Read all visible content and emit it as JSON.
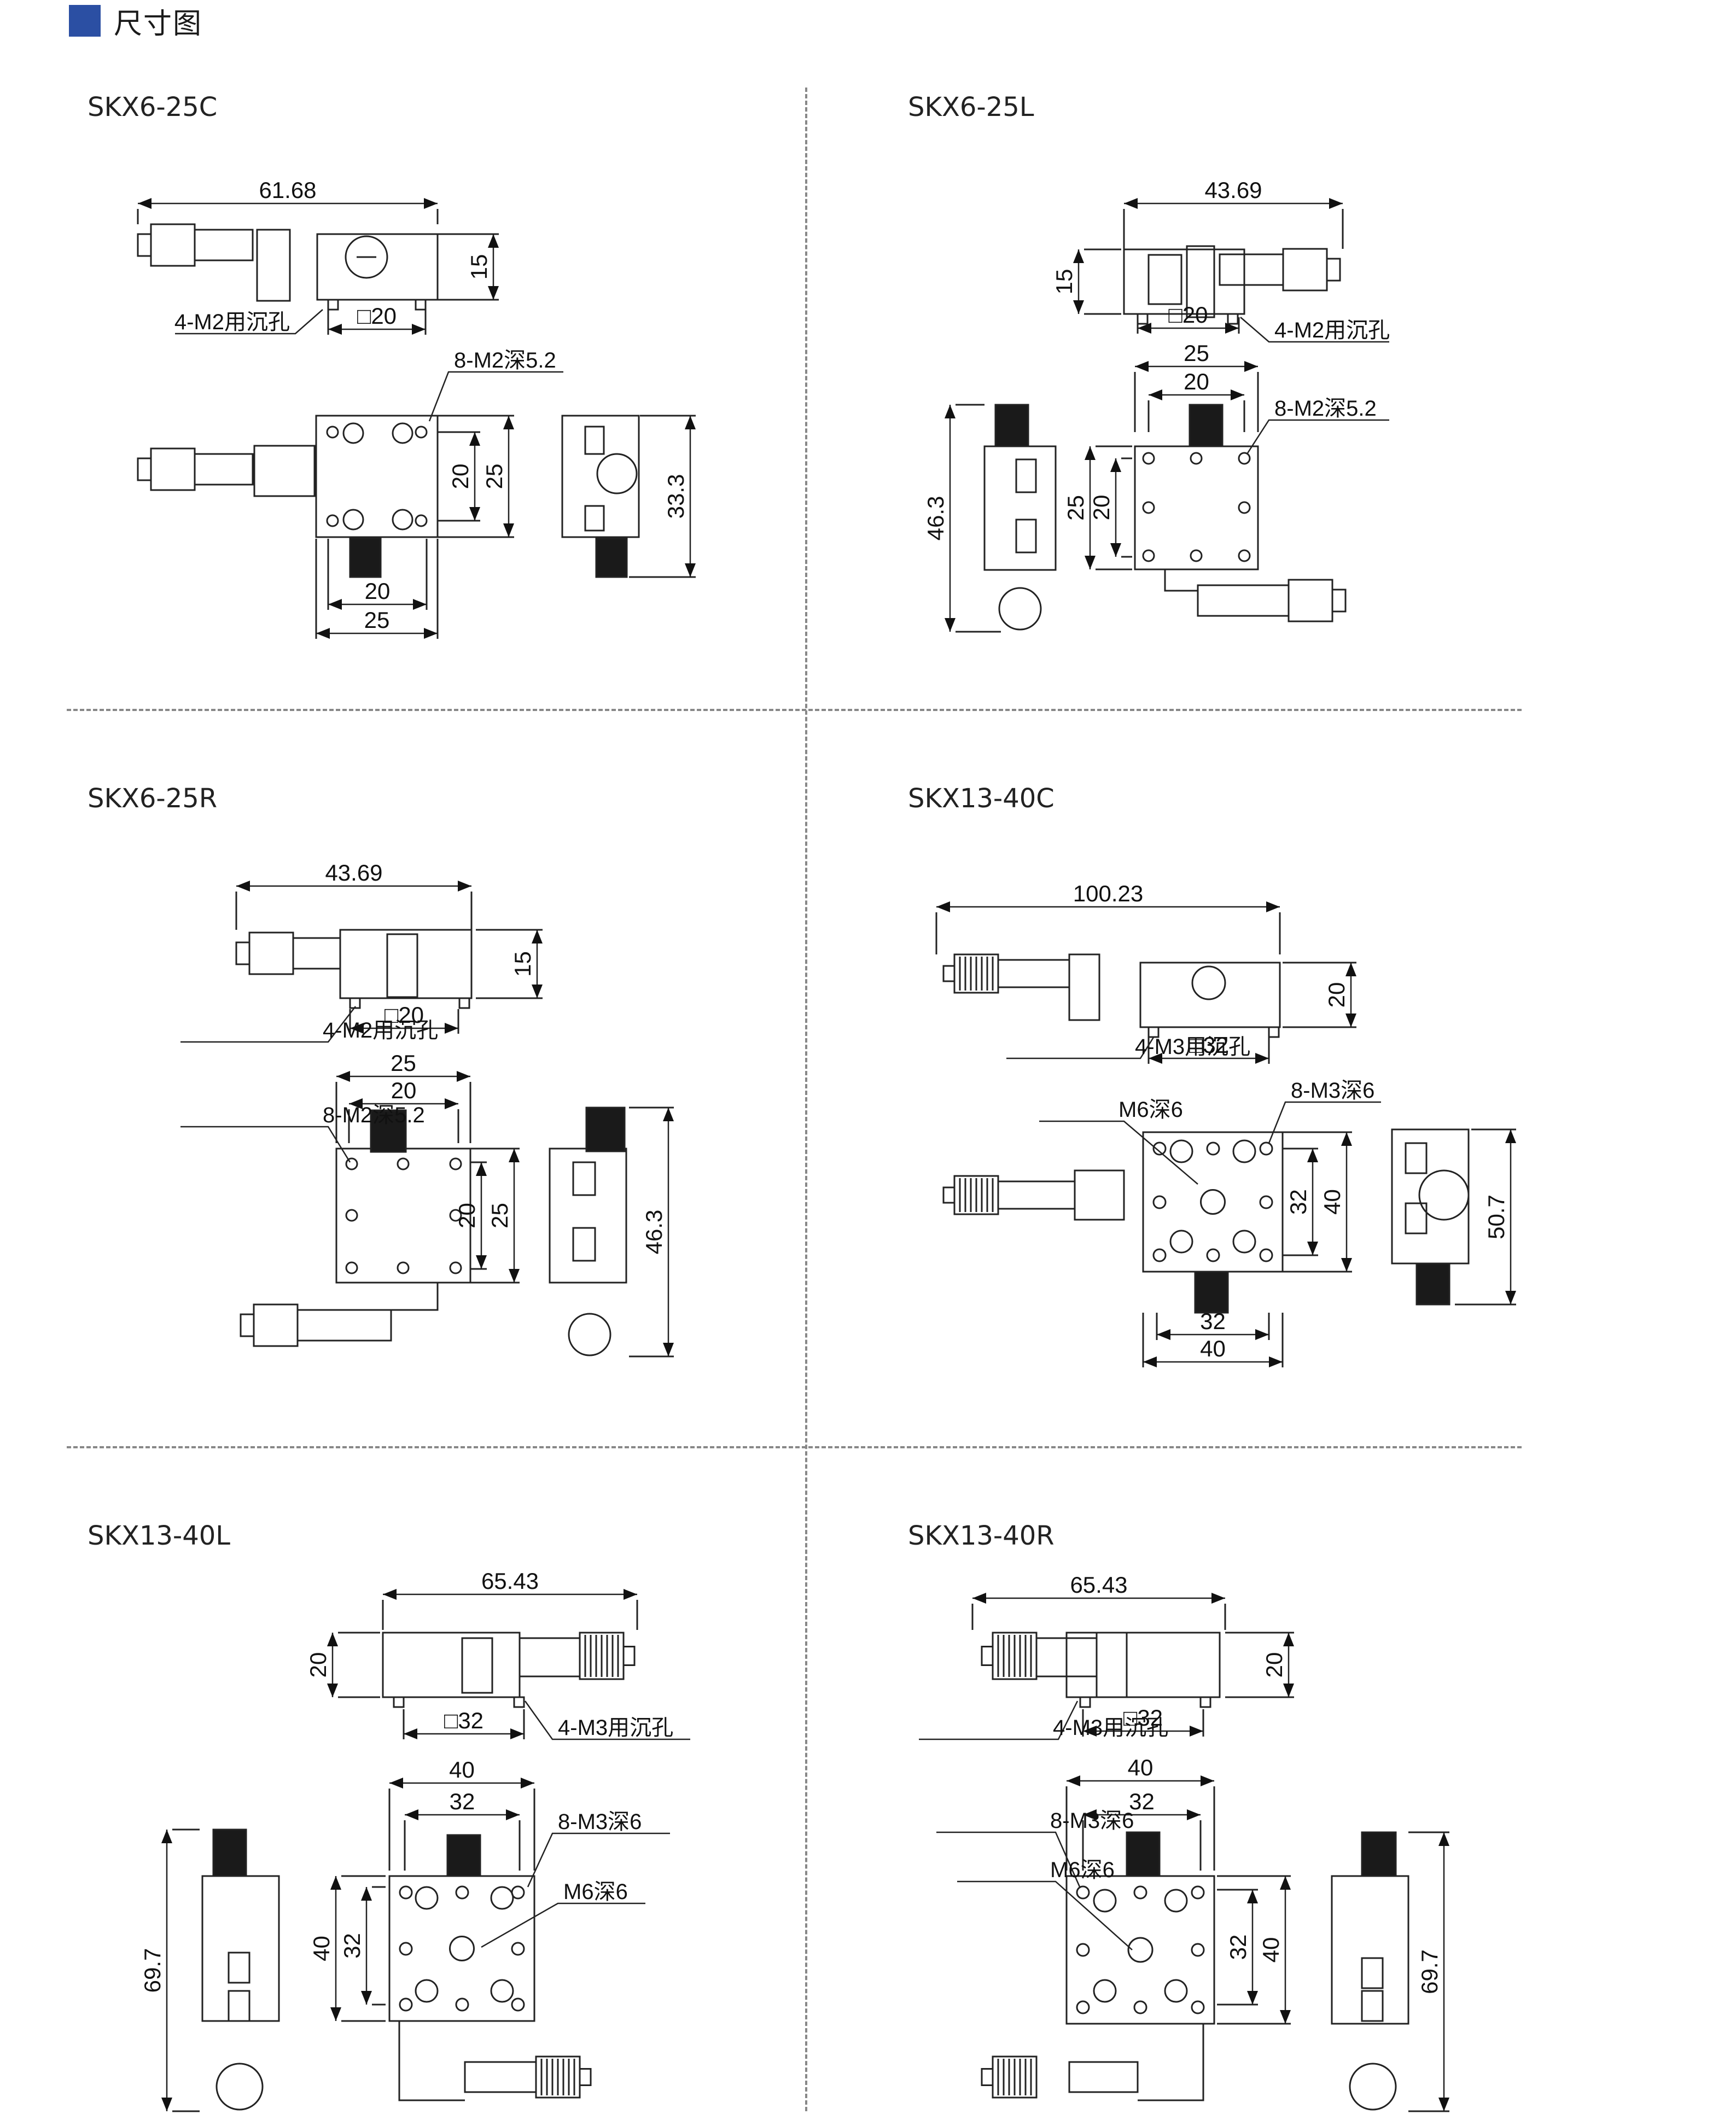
{
  "header": {
    "title": "尺寸图",
    "accent": "#2b4fa3"
  },
  "panels": [
    {
      "model": "SKX6-25C",
      "dims": {
        "overall": "61.68",
        "height": "15",
        "hole": "4-M2用沉孔",
        "base": "□20",
        "tapped": "8-M2深5.2",
        "v_inner": "20",
        "v_outer": "25",
        "side_h": "33.3",
        "h_inner": "20",
        "h_outer": "25"
      }
    },
    {
      "model": "SKX6-25L",
      "dims": {
        "overall": "43.69",
        "height": "15",
        "hole": "4-M2用沉孔",
        "base": "□20",
        "h_outer": "25",
        "h_inner": "20",
        "tapped": "8-M2深5.2",
        "side_h": "46.3",
        "v_outer": "25",
        "v_inner": "20"
      }
    },
    {
      "model": "SKX6-25R",
      "dims": {
        "overall": "43.69",
        "height": "15",
        "hole": "4-M2用沉孔",
        "base": "□20",
        "h_outer": "25",
        "h_inner": "20",
        "tapped": "8-M2深5.2",
        "v_inner": "20",
        "v_outer": "25",
        "side_h": "46.3"
      }
    },
    {
      "model": "SKX13-40C",
      "dims": {
        "overall": "100.23",
        "height": "20",
        "hole": "4-M3用沉孔",
        "base": "□32",
        "center": "M6深6",
        "tapped": "8-M3深6",
        "v_inner": "32",
        "v_outer": "40",
        "side_h": "50.7",
        "h_inner": "32",
        "h_outer": "40"
      }
    },
    {
      "model": "SKX13-40L",
      "dims": {
        "overall": "65.43",
        "height": "20",
        "base": "□32",
        "hole": "4-M3用沉孔",
        "h_outer": "40",
        "h_inner": "32",
        "tapped": "8-M3深6",
        "center": "M6深6",
        "side_h": "69.7",
        "v_outer": "40",
        "v_inner": "32"
      }
    },
    {
      "model": "SKX13-40R",
      "dims": {
        "overall": "65.43",
        "height": "20",
        "hole": "4-M3用沉孔",
        "base": "□32",
        "h_outer": "40",
        "h_inner": "32",
        "tapped": "8-M3深6",
        "center": "M6深6",
        "v_inner": "32",
        "v_outer": "40",
        "side_h": "69.7"
      }
    }
  ]
}
